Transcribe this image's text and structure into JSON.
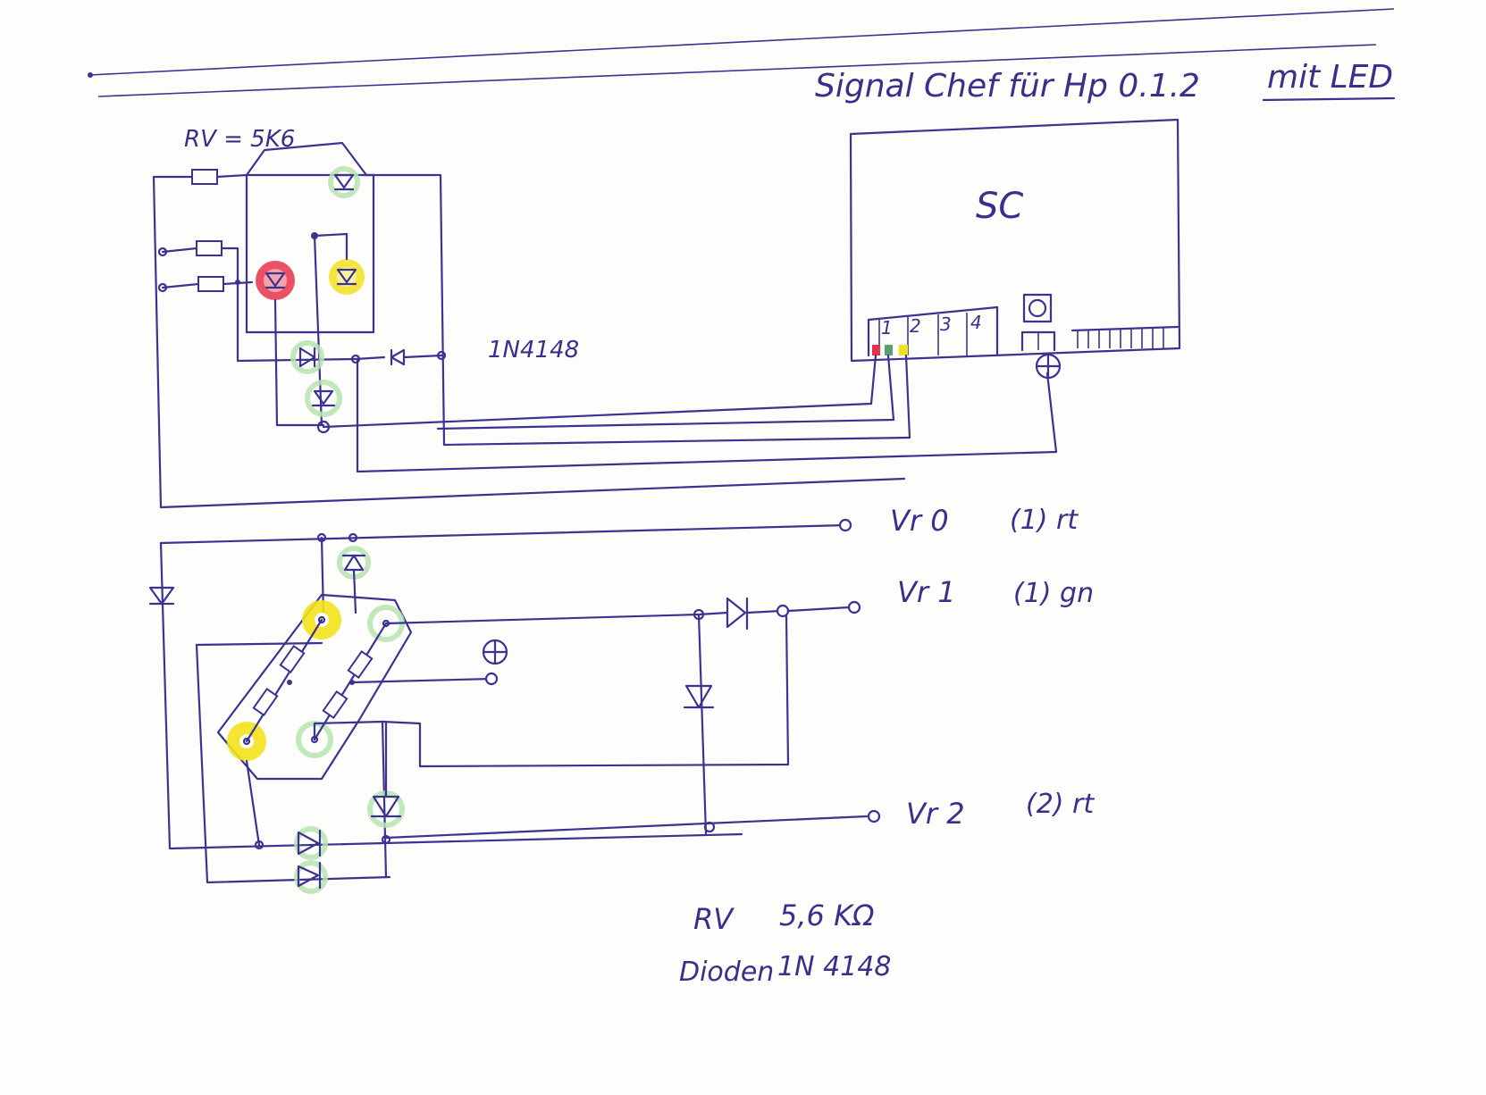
{
  "title": {
    "text": "Signal Chef für Hp 0.1.2",
    "suffix": "mit LED"
  },
  "labels": {
    "resistor_top": "RV = 5K6",
    "diode_type": "1N4148",
    "module": "SC",
    "pins": [
      "1",
      "2",
      "3",
      "4"
    ],
    "plus_symbol": "⊕"
  },
  "outputs": [
    {
      "name": "Vr 0",
      "code": "(1) rt"
    },
    {
      "name": "Vr 1",
      "code": "(1) gn"
    },
    {
      "name": "Vr 2",
      "code": "(2) rt"
    }
  ],
  "notes": {
    "rv_label": "RV",
    "rv_value": "5,6 KΩ",
    "diodes_label": "Dioden",
    "diodes_value": "1N 4148"
  },
  "colors": {
    "ink": "#3b3392",
    "led_red": "#e6334a",
    "led_yellow": "#f2e21c",
    "led_green": "#a8dca0",
    "paper": "#fdfdfb"
  }
}
